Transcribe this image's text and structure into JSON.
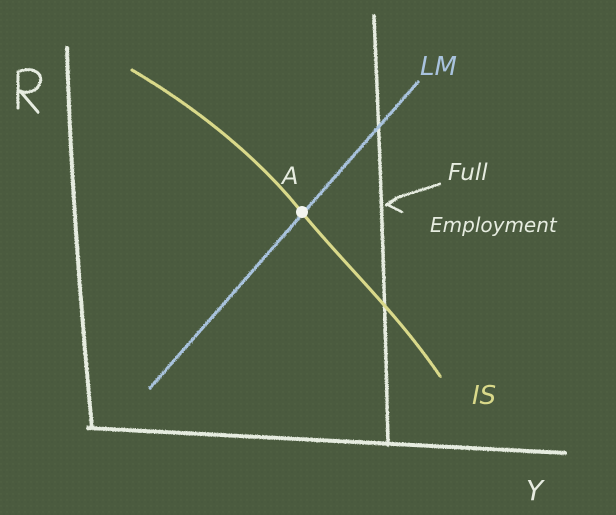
{
  "board": {
    "background": "#4b5b3f",
    "chalk_white": "#e6ece0",
    "chalk_yellow": "#d9d98a",
    "chalk_blue": "#a9c3de"
  },
  "axes": {
    "y_label": "R",
    "x_label": "Y"
  },
  "curves": {
    "lm_label": "LM",
    "is_label": "IS",
    "full_employment_label_line1": "Full",
    "full_employment_label_line2": "Employment"
  },
  "points": {
    "a_label": "A"
  }
}
